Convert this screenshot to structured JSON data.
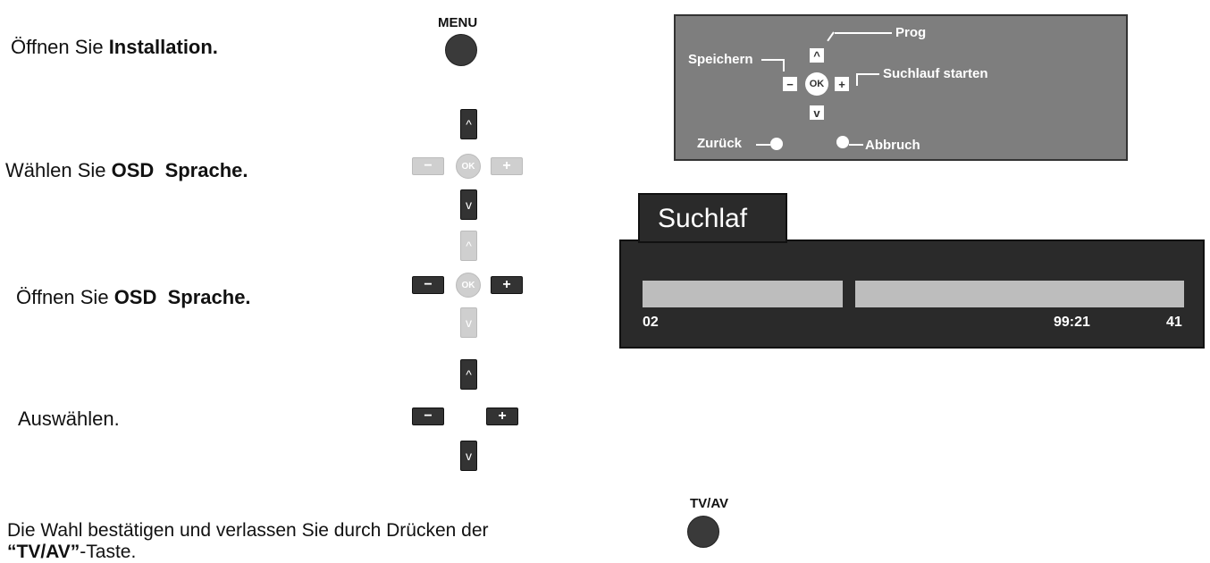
{
  "instructions": {
    "step1": {
      "prefix": "Öffnen Sie",
      "bold": "Installation."
    },
    "step2": {
      "prefix": "Wählen Sie",
      "bold1": "OSD",
      "bold2": "Sprache."
    },
    "step3": {
      "prefix": "Öffnen Sie",
      "bold1": "OSD",
      "bold2": "Sprache."
    },
    "step4": {
      "text": "Auswählen."
    },
    "step5": {
      "line1": "Die Wahl bestätigen und verlassen Sie durch Drücken der",
      "line2_bold": "“TV/AV”",
      "line2_rest": "-Taste."
    }
  },
  "buttons": {
    "menu_label": "MENU",
    "tvav_label": "TV/AV",
    "up_glyph": "^",
    "down_glyph": "v",
    "minus_glyph": "−",
    "plus_glyph": "+",
    "ok_label": "OK"
  },
  "help_panel": {
    "prog": "Prog",
    "speichern": "Speichern",
    "suchlauf": "Suchlauf starten",
    "zurueck": "Zurück",
    "abbruch": "Abbruch",
    "up_key": "^",
    "down_key": "v",
    "minus_key": "−",
    "plus_key": "+",
    "ok_key": "OK"
  },
  "search_panel": {
    "title": "Suchlaf",
    "left_value": "02",
    "time_value": "99:21",
    "right_value": "41"
  }
}
